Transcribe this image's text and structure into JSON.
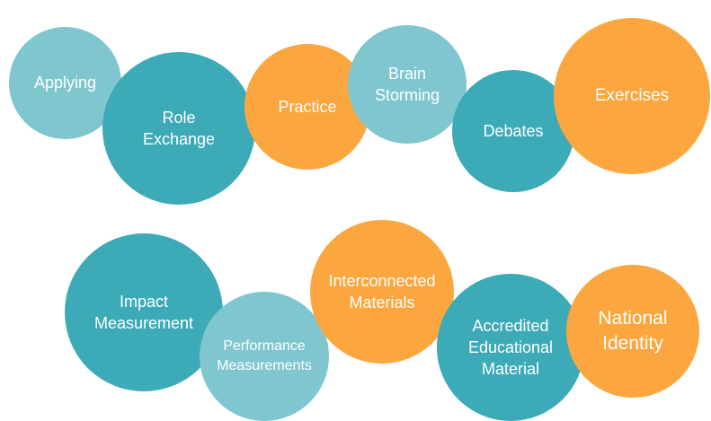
{
  "colors": {
    "light_teal": "#7fc6cf",
    "teal": "#3caab7",
    "orange": "#fba63f",
    "text": "#ffffff"
  },
  "row1": {
    "applying": "Applying",
    "role_exchange": "Role\nExchange",
    "practice": "Practice",
    "brain_storming": "Brain\nStorming",
    "debates": "Debates",
    "exercises": "Exercises"
  },
  "row2": {
    "impact_measurement": "Impact\nMeasurement",
    "performance_measurements": "Performance\nMeasurements",
    "interconnected_materials": "Interconnected\nMaterials",
    "accredited_educational_material": "Accredited\nEducational\nMaterial",
    "national_identity": "National\nIdentity"
  }
}
